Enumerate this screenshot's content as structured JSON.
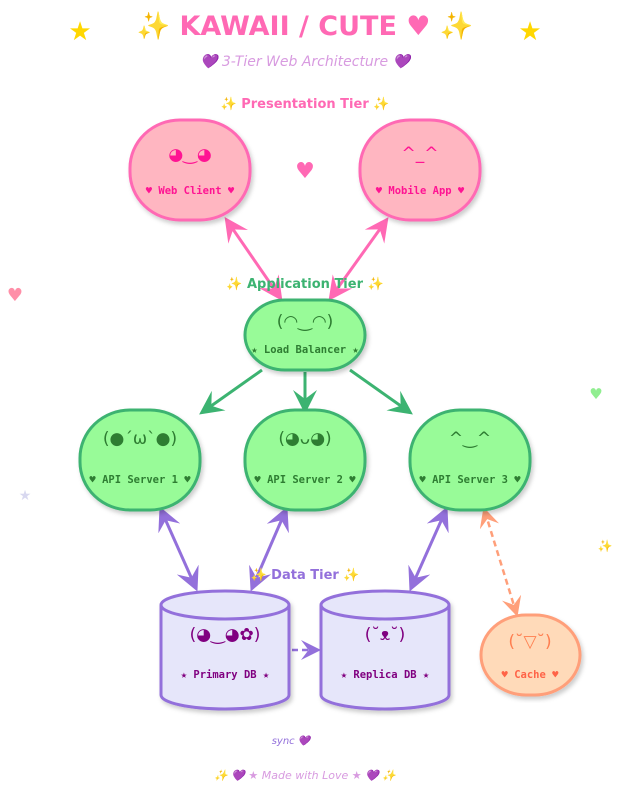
{
  "title": "✨ KAWAII / CUTE ♥ ✨",
  "subtitle": "💜 3-Tier Web Architecture 💜",
  "tiers": {
    "presentation": "✨ Presentation Tier ✨",
    "application": "✨ Application Tier ✨",
    "data": "✨ Data Tier ✨"
  },
  "nodes": {
    "web_client": {
      "face": "◕‿◕",
      "label": "♥ Web Client ♥"
    },
    "mobile_app": {
      "face": "^_^",
      "label": "♥ Mobile App ♥"
    },
    "load_balancer": {
      "face": "(◠‿◠)",
      "label": "★ Load Balancer ★"
    },
    "api1": {
      "face": "(●´ω`●)",
      "label": "♥ API Server 1 ♥"
    },
    "api2": {
      "face": "(◕ᴗ◕)",
      "label": "♥ API Server 2 ♥"
    },
    "api3": {
      "face": "^‿^",
      "label": "♥ API Server 3 ♥"
    },
    "primary_db": {
      "face": "(◕‿◕✿)",
      "label": "★ Primary DB ★"
    },
    "replica_db": {
      "face": "(˘ᴥ˘)",
      "label": "★ Replica DB ★"
    },
    "cache": {
      "face": "(˘▽˘)",
      "label": "♥ Cache ♥"
    }
  },
  "edge_labels": {
    "sync": "sync 💜"
  },
  "footer": "✨ 💜 ★ Made with Love ★ 💜 ✨",
  "decorations": {
    "star": "★",
    "heart": "♥",
    "sparkle": "✨"
  },
  "colors": {
    "pink": "#ff69b4",
    "green": "#3cb371",
    "purple": "#9370db",
    "orange": "#ff9f7a"
  }
}
